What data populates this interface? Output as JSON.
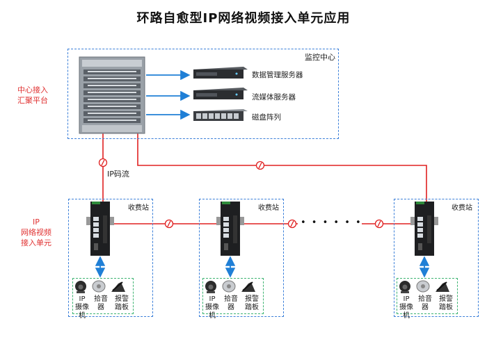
{
  "title": "环路自愈型IP网络视频接入单元应用",
  "center": {
    "box_label": "监控中心",
    "side_label_line1": "中心接入",
    "side_label_line2": "汇聚平台",
    "servers": [
      {
        "label": "数据管理服务器",
        "icon": "rack-server-icon"
      },
      {
        "label": "流媒体服务器",
        "icon": "rack-server-icon"
      },
      {
        "label": "磁盘阵列",
        "icon": "disk-array-icon"
      }
    ]
  },
  "link_label": "IP码流",
  "access_side_label": [
    "IP",
    "网络视频",
    "接入单元"
  ],
  "stations": [
    {
      "label": "收费站"
    },
    {
      "label": "收费站"
    },
    {
      "label": "收费站"
    }
  ],
  "devices": [
    {
      "line1": "IP",
      "line2": "摄像机",
      "icon": "camera-icon"
    },
    {
      "line1": "拾音",
      "line2": "器",
      "icon": "microphone-icon"
    },
    {
      "line1": "报警",
      "line2": "踏板",
      "icon": "alarm-pedal-icon"
    }
  ],
  "ellipsis": "• • • • • •",
  "colors": {
    "ring": "#e02020",
    "frame": "#3a7fd9",
    "group": "#3cb371",
    "arrow": "#1f7fd6"
  }
}
